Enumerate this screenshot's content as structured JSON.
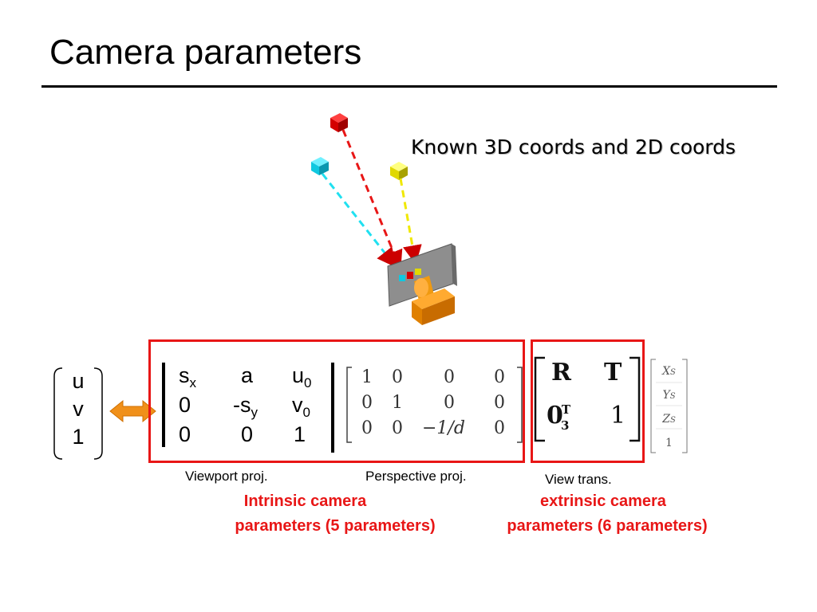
{
  "slide": {
    "title": "Camera parameters",
    "known_label": "Known 3D coords and 2D coords"
  },
  "uv_vector": [
    "u",
    "v",
    "1"
  ],
  "viewport_matrix": {
    "rows": [
      [
        {
          "base": "s",
          "sub": "x"
        },
        {
          "base": "a",
          "sub": ""
        },
        {
          "base": "u",
          "sub": "0"
        }
      ],
      [
        {
          "base": "0",
          "sub": ""
        },
        {
          "base": "-s",
          "sub": "y"
        },
        {
          "base": "v",
          "sub": "0"
        }
      ],
      [
        {
          "base": "0",
          "sub": ""
        },
        {
          "base": "0",
          "sub": ""
        },
        {
          "base": "1",
          "sub": ""
        }
      ]
    ]
  },
  "perspective_matrix": {
    "rows": [
      [
        "1",
        "0",
        "0",
        "0"
      ],
      [
        "0",
        "1",
        "0",
        "0"
      ],
      [
        "0",
        "0",
        "−1/d",
        "0"
      ]
    ]
  },
  "view_matrix": {
    "R": "R",
    "T": "T",
    "zero": "0",
    "zero_sup": "T",
    "zero_sub": "3",
    "one": "1"
  },
  "world_vector": [
    {
      "base": "X",
      "sub": "S"
    },
    {
      "base": "Y",
      "sub": "S"
    },
    {
      "base": "Z",
      "sub": "S"
    },
    {
      "base": "1",
      "sub": ""
    }
  ],
  "captions": {
    "viewport": "Viewport proj.",
    "perspective": "Perspective proj.",
    "view": "View trans.",
    "intrinsic_line1": "Intrinsic camera",
    "intrinsic_line2": "parameters (5 parameters)",
    "extrinsic_line1": "extrinsic camera",
    "extrinsic_line2": "parameters (6 parameters)"
  },
  "colors": {
    "accent_red": "#e81616",
    "cube_red": "#d40000",
    "cube_cyan": "#10c8e0",
    "cube_yellow": "#e0d800",
    "camera_orange": "#ef8a00",
    "screen_gray": "#8e8e8e"
  },
  "icons": {
    "point_cubes": "cube-icon",
    "camera": "camera-icon",
    "arrow": "double-arrow-icon"
  }
}
